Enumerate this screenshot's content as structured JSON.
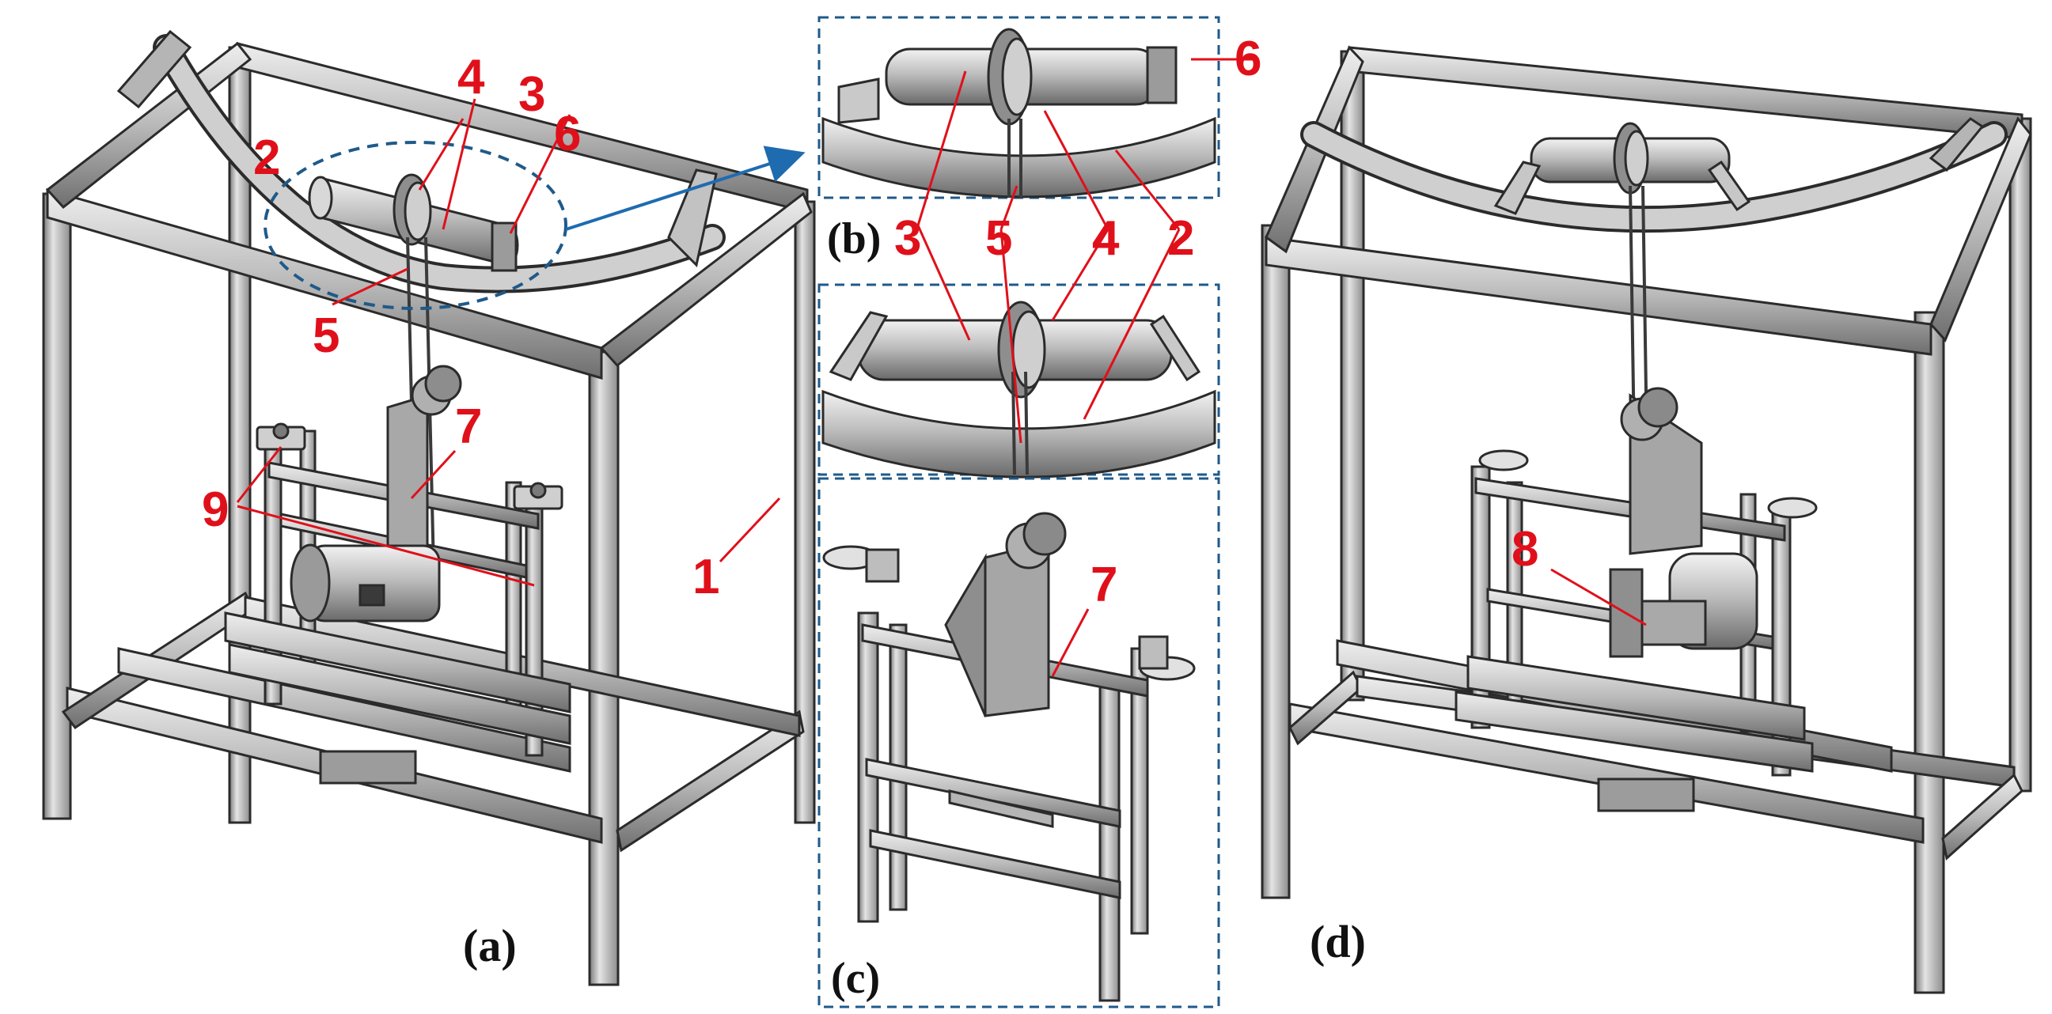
{
  "panel_labels": {
    "a": "(a)",
    "b": "(b)",
    "c": "(c)",
    "d": "(d)"
  },
  "callouts": {
    "frame": "1",
    "idler_support": "2",
    "roller": "3",
    "hub": "4",
    "belt": "5",
    "bracket": "6",
    "motor_stand": "7",
    "plate": "8",
    "bolts": "9"
  },
  "colors": {
    "callout": "#e0101a",
    "dashed_box": "#1f5a8a",
    "arrow": "#1f6bb0",
    "steel_light": "#d9d9d9",
    "steel_mid": "#a9a9a9",
    "steel_dark": "#5e5e5e",
    "outline": "#2b2b2b"
  }
}
